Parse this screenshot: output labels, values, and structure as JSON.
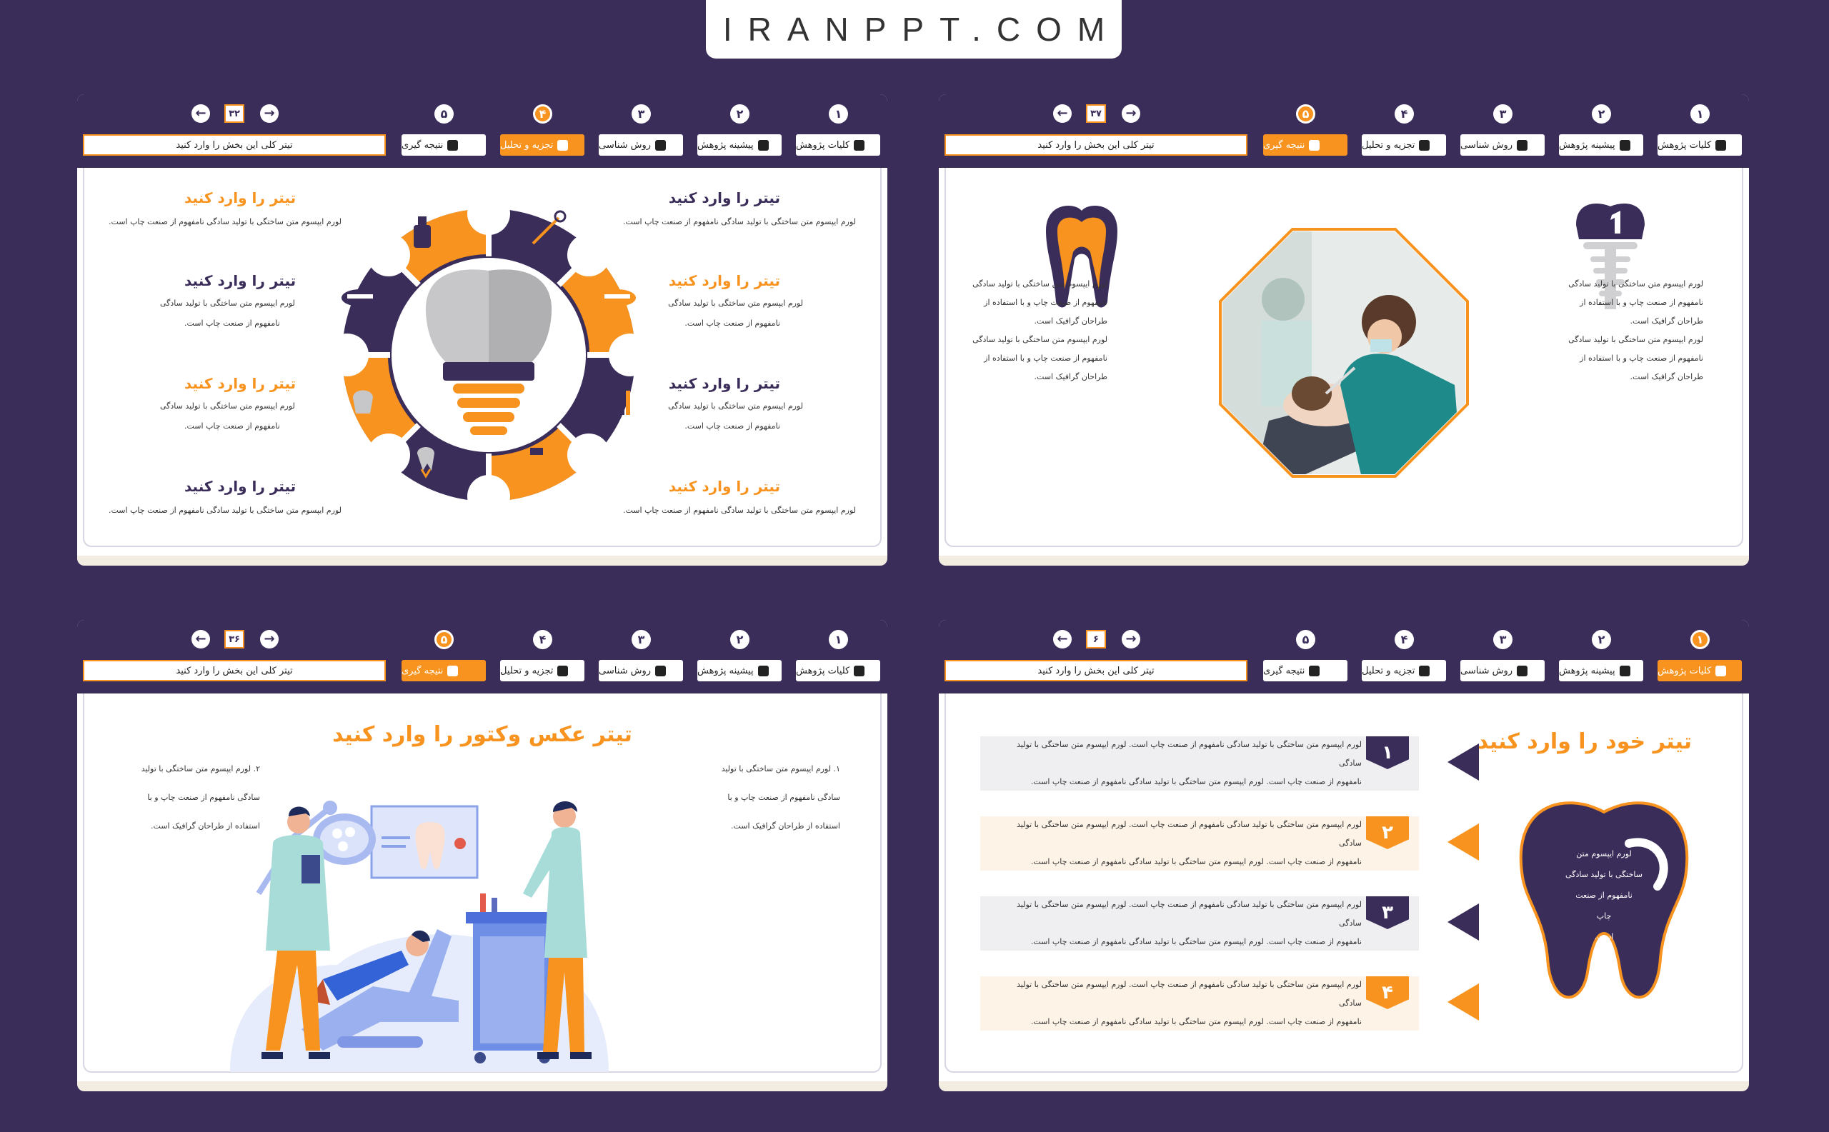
{
  "brand": "IRANPPT.COM",
  "colors": {
    "background": "#3b2d5a",
    "accent": "#f7931e",
    "primary": "#3b2d5a"
  },
  "common": {
    "tabs": [
      "کلیات پژوهش",
      "پیشینه پژوهش",
      "روش شناسی",
      "تجزیه و تحلیل",
      "نتیجه گیری"
    ],
    "tab_numbers": [
      "۱",
      "۲",
      "۳",
      "۴",
      "۵"
    ],
    "section_title": "تیتر کلی این بخش را وارد کنید"
  },
  "slides": [
    {
      "page": "۳۲",
      "active_tab": 4,
      "items": [
        {
          "title": "تیتر را وارد کنید",
          "text": "لورم ایپسوم متن ساختگی با تولید سادگی نامفهوم از صنعت چاپ است."
        },
        {
          "title": "تیتر را وارد کنید",
          "text": "لورم ایپسوم متن ساختگی با تولید سادگی نامفهوم از صنعت چاپ است."
        },
        {
          "title": "تیتر را وارد کنید",
          "text1": "لورم ایپسوم متن ساختگی با تولید سادگی",
          "text2": "نامفهوم از صنعت چاپ است."
        },
        {
          "title": "تیتر را وارد کنید",
          "text1": "لورم ایپسوم متن ساختگی با تولید سادگی",
          "text2": "نامفهوم از صنعت چاپ است."
        },
        {
          "title": "تیتر را وارد کنید",
          "text1": "لورم ایپسوم متن ساختگی با تولید سادگی",
          "text2": "نامفهوم از صنعت چاپ است."
        },
        {
          "title": "تیتر را وارد کنید",
          "text1": "لورم ایپسوم متن ساختگی با تولید سادگی",
          "text2": "نامفهوم از صنعت چاپ است."
        },
        {
          "title": "تیتر را وارد کنید",
          "text": "لورم ایپسوم متن ساختگی با تولید سادگی نامفهوم از صنعت چاپ است."
        },
        {
          "title": "تیتر را وارد کنید",
          "text": "لورم ایپسوم متن ساختگی با تولید سادگی نامفهوم از صنعت چاپ است."
        }
      ]
    },
    {
      "page": "۳۷",
      "active_tab": 5,
      "left_lines": [
        "لورم ایپسوم متن ساختگی با تولید سادگی",
        "نامفهوم از صنعت چاپ و با استفاده از",
        "طراحان گرافیک است.",
        "لورم ایپسوم متن ساختگی با تولید سادگی",
        "نامفهوم از صنعت چاپ و با استفاده از",
        "طراحان گرافیک است."
      ],
      "right_lines": [
        "لورم ایپسوم متن ساختگی با تولید سادگی",
        "نامفهوم از صنعت چاپ و با استفاده از",
        "طراحان گرافیک است.",
        "لورم ایپسوم متن ساختگی با تولید سادگی",
        "نامفهوم از صنعت چاپ و با استفاده از",
        "طراحان گرافیک است."
      ]
    },
    {
      "page": "۳۶",
      "active_tab": 5,
      "title": "تیتر عکس وکتور را وارد کنید",
      "left_lines": [
        "۲. لورم ایپسوم متن ساختگی با تولید",
        "سادگی نامفهوم از صنعت چاپ و با",
        "استفاده از طراحان گرافیک است."
      ],
      "right_lines": [
        "۱. لورم ایپسوم متن ساختگی با تولید",
        "سادگی نامفهوم از صنعت چاپ و با",
        "استفاده از طراحان گرافیک است."
      ]
    },
    {
      "page": "۶",
      "active_tab": 1,
      "title": "تیتر خود را وارد کنید",
      "tooth_lines": [
        "لورم ایپسوم متن",
        "ساختگی با تولید سادگی",
        "نامفهوم از صنعت",
        "چاپ",
        "است."
      ],
      "rows": [
        {
          "num": "۱",
          "line1": "لورم ایپسوم متن ساختگی با تولید سادگی نامفهوم از صنعت چاپ است. لورم ایپسوم متن ساختگی با تولید سادگی",
          "line2": "نامفهوم از صنعت چاپ است. لورم ایپسوم متن ساختگی با تولید سادگی نامفهوم از صنعت چاپ است."
        },
        {
          "num": "۲",
          "line1": "لورم ایپسوم متن ساختگی با تولید سادگی نامفهوم از صنعت چاپ است. لورم ایپسوم متن ساختگی با تولید سادگی",
          "line2": "نامفهوم از صنعت چاپ است. لورم ایپسوم متن ساختگی با تولید سادگی نامفهوم از صنعت چاپ است."
        },
        {
          "num": "۳",
          "line1": "لورم ایپسوم متن ساختگی با تولید سادگی نامفهوم از صنعت چاپ است. لورم ایپسوم متن ساختگی با تولید سادگی",
          "line2": "نامفهوم از صنعت چاپ است. لورم ایپسوم متن ساختگی با تولید سادگی نامفهوم از صنعت چاپ است."
        },
        {
          "num": "۴",
          "line1": "لورم ایپسوم متن ساختگی با تولید سادگی نامفهوم از صنعت چاپ است. لورم ایپسوم متن ساختگی با تولید سادگی",
          "line2": "نامفهوم از صنعت چاپ است. لورم ایپسوم متن ساختگی با تولید سادگی نامفهوم از صنعت چاپ است."
        }
      ]
    }
  ]
}
